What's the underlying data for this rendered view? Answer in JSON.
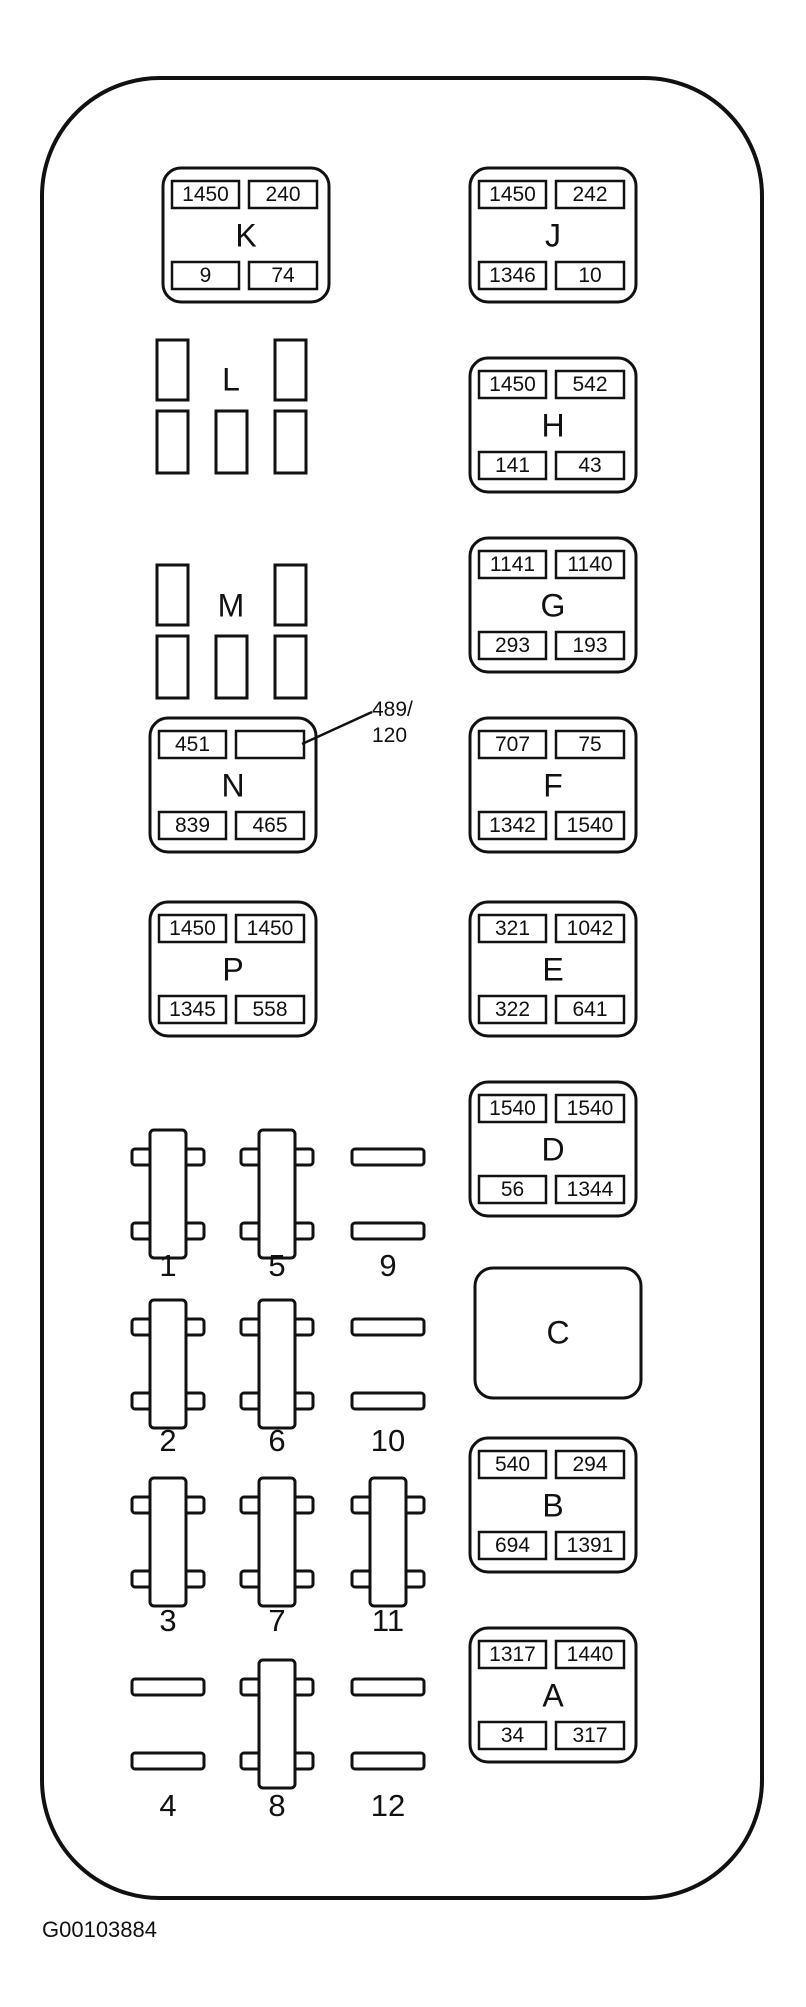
{
  "figure_id": "G00103884",
  "relays": [
    {
      "id": "K",
      "terminals": [
        "1450",
        "240",
        "9",
        "74"
      ]
    },
    {
      "id": "J",
      "terminals": [
        "1450",
        "242",
        "1346",
        "10"
      ]
    },
    {
      "id": "H",
      "terminals": [
        "1450",
        "542",
        "141",
        "43"
      ]
    },
    {
      "id": "G",
      "terminals": [
        "1141",
        "1140",
        "293",
        "193"
      ]
    },
    {
      "id": "N",
      "terminals": [
        "451",
        "",
        "839",
        "465"
      ]
    },
    {
      "id": "F",
      "terminals": [
        "707",
        "75",
        "1342",
        "1540"
      ]
    },
    {
      "id": "P",
      "terminals": [
        "1450",
        "1450",
        "1345",
        "558"
      ]
    },
    {
      "id": "E",
      "terminals": [
        "321",
        "1042",
        "322",
        "641"
      ]
    },
    {
      "id": "D",
      "terminals": [
        "1540",
        "1540",
        "56",
        "1344"
      ]
    },
    {
      "id": "B",
      "terminals": [
        "540",
        "294",
        "694",
        "1391"
      ]
    },
    {
      "id": "A",
      "terminals": [
        "1317",
        "1440",
        "34",
        "317"
      ]
    }
  ],
  "blank_relays": [
    {
      "id": "L"
    },
    {
      "id": "M"
    },
    {
      "id": "C"
    }
  ],
  "n_callout": "489/\n120",
  "fuses": [
    {
      "num": "1",
      "installed": true
    },
    {
      "num": "2",
      "installed": true
    },
    {
      "num": "3",
      "installed": true
    },
    {
      "num": "4",
      "installed": false
    },
    {
      "num": "5",
      "installed": true
    },
    {
      "num": "6",
      "installed": true
    },
    {
      "num": "7",
      "installed": true
    },
    {
      "num": "8",
      "installed": true
    },
    {
      "num": "9",
      "installed": false
    },
    {
      "num": "10",
      "installed": false
    },
    {
      "num": "11",
      "installed": true
    },
    {
      "num": "12",
      "installed": false
    }
  ]
}
